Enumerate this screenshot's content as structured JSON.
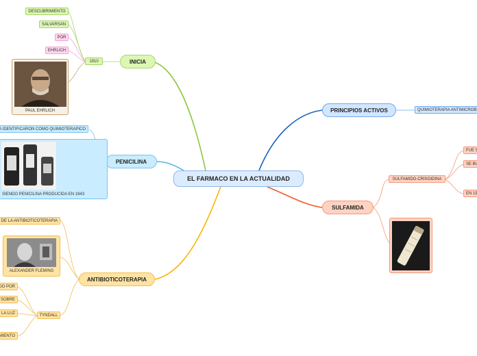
{
  "central": "EL FARMACO EN LA ACTUALIDAD",
  "inicia": {
    "label": "INICIA",
    "year": "1910",
    "items": [
      "DESCUBRIMIENTO",
      "SALVARSAN",
      "POR",
      "EHRLICH"
    ],
    "portrait_caption": "PAUL EHRLICH"
  },
  "penicilina": {
    "label": "PENICILINA",
    "item_top": "LA IDENTIFICARON COMO QUIMIOTERAPICO",
    "caption": "SIENDO PENICILINA PRODUCIDA EN 1943"
  },
  "antibiotico": {
    "label": "ANTIBIOTICOTERAPIA",
    "item_top": "DE LA ANTIBIOTICOTERAPIA",
    "portrait_caption": "ALEXANDER FLEMING",
    "tyndall": "TYNDALL",
    "tyndall_items": [
      "DO POR",
      "S SOBRE",
      "E LA LUZ"
    ],
    "bottom_item": "MIENTO"
  },
  "principios": {
    "label": "PRINCIPIOS ACTIVOS",
    "item": "QUIMIOTERAPIA ANTIMICROBI"
  },
  "sulfamida": {
    "label": "SULFAMIDA",
    "sub": "SULFAMIDO-CRISOIDINA",
    "items": [
      "FUE S",
      "SE BU",
      "EN 19"
    ]
  },
  "colors": {
    "green": "#8cc63f",
    "blue": "#1d5fbd",
    "orange": "#f05a28",
    "yellow": "#f7b500",
    "lightblue": "#55b6e8"
  }
}
